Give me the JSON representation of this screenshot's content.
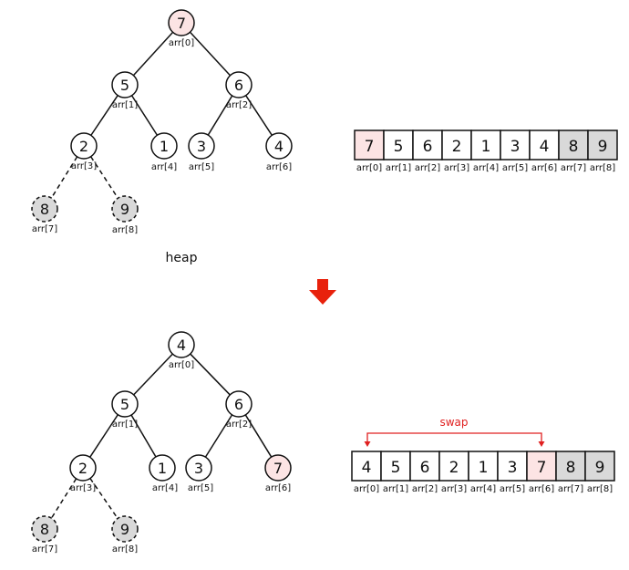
{
  "colors": {
    "highlight": "#fce4e4",
    "removed": "#d9d9d9",
    "normal": "#ffffff",
    "stroke": "#111111",
    "arrow": "#e8210c",
    "swap": "#e02020"
  },
  "top": {
    "caption": "heap",
    "tree": [
      {
        "value": "7",
        "label": "arr[0]",
        "state": "highlight"
      },
      {
        "value": "5",
        "label": "arr[1]",
        "state": "normal"
      },
      {
        "value": "6",
        "label": "arr[2]",
        "state": "normal"
      },
      {
        "value": "2",
        "label": "arr[3]",
        "state": "normal"
      },
      {
        "value": "1",
        "label": "arr[4]",
        "state": "normal"
      },
      {
        "value": "3",
        "label": "arr[5]",
        "state": "normal"
      },
      {
        "value": "4",
        "label": "arr[6]",
        "state": "normal"
      },
      {
        "value": "8",
        "label": "arr[7]",
        "state": "removed"
      },
      {
        "value": "9",
        "label": "arr[8]",
        "state": "removed"
      }
    ],
    "array": [
      {
        "value": "7",
        "label": "arr[0]",
        "state": "highlight"
      },
      {
        "value": "5",
        "label": "arr[1]",
        "state": "normal"
      },
      {
        "value": "6",
        "label": "arr[2]",
        "state": "normal"
      },
      {
        "value": "2",
        "label": "arr[3]",
        "state": "normal"
      },
      {
        "value": "1",
        "label": "arr[4]",
        "state": "normal"
      },
      {
        "value": "3",
        "label": "arr[5]",
        "state": "normal"
      },
      {
        "value": "4",
        "label": "arr[6]",
        "state": "normal"
      },
      {
        "value": "8",
        "label": "arr[7]",
        "state": "removed"
      },
      {
        "value": "9",
        "label": "arr[8]",
        "state": "removed"
      }
    ]
  },
  "bottom": {
    "swap_label": "swap",
    "tree": [
      {
        "value": "4",
        "label": "arr[0]",
        "state": "normal"
      },
      {
        "value": "5",
        "label": "arr[1]",
        "state": "normal"
      },
      {
        "value": "6",
        "label": "arr[2]",
        "state": "normal"
      },
      {
        "value": "2",
        "label": "arr[3]",
        "state": "normal"
      },
      {
        "value": "1",
        "label": "arr[4]",
        "state": "normal"
      },
      {
        "value": "3",
        "label": "arr[5]",
        "state": "normal"
      },
      {
        "value": "7",
        "label": "arr[6]",
        "state": "highlight"
      },
      {
        "value": "8",
        "label": "arr[7]",
        "state": "removed"
      },
      {
        "value": "9",
        "label": "arr[8]",
        "state": "removed"
      }
    ],
    "array": [
      {
        "value": "4",
        "label": "arr[0]",
        "state": "normal"
      },
      {
        "value": "5",
        "label": "arr[1]",
        "state": "normal"
      },
      {
        "value": "6",
        "label": "arr[2]",
        "state": "normal"
      },
      {
        "value": "2",
        "label": "arr[3]",
        "state": "normal"
      },
      {
        "value": "1",
        "label": "arr[4]",
        "state": "normal"
      },
      {
        "value": "3",
        "label": "arr[5]",
        "state": "normal"
      },
      {
        "value": "7",
        "label": "arr[6]",
        "state": "highlight"
      },
      {
        "value": "8",
        "label": "arr[7]",
        "state": "removed"
      },
      {
        "value": "9",
        "label": "arr[8]",
        "state": "removed"
      }
    ]
  }
}
